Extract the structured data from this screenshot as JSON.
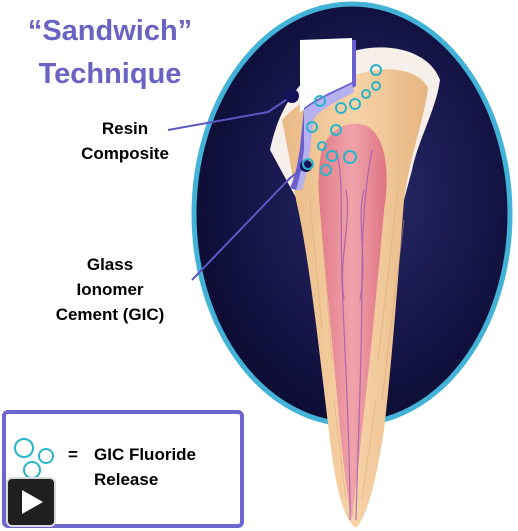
{
  "title": {
    "line1": "“Sandwich”",
    "line2": "Technique"
  },
  "labels": {
    "resin_line1": "Resin",
    "resin_line2": "Composite",
    "gic_line1": "Glass",
    "gic_line2": "Ionomer",
    "gic_line3": "Cement (GIC)"
  },
  "legend": {
    "equals": "=",
    "line1": "GIC Fluoride",
    "line2": "Release"
  },
  "colors": {
    "title": "#6a63c4",
    "oval_rim": "#42b3d6",
    "oval_fill": "#12123c",
    "dentin": "#f1c796",
    "pulp": "#e88a95",
    "resin_liner": "#6a5fd0",
    "fluoride_circle": "#2bb4c8",
    "legend_border": "#6d66cf"
  },
  "controls": {
    "play_icon": "play-icon"
  }
}
